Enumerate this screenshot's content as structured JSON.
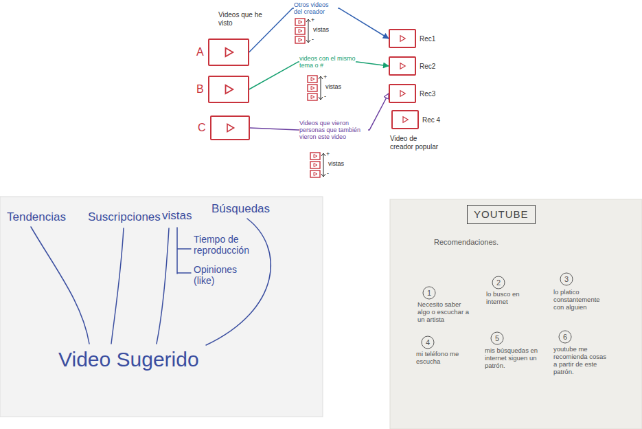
{
  "diagram": {
    "nodes": [
      {
        "text": [
          "A"
        ]
      },
      {
        "text": [
          "B"
        ]
      },
      {
        "text": [
          "C"
        ]
      },
      {
        "text": [
          "Rec1"
        ]
      },
      {
        "text": [
          "Rec2"
        ]
      },
      {
        "text": [
          "Rec3"
        ]
      },
      {
        "text": [
          "Rec 4"
        ]
      },
      {
        "text": [
          "YOUTUBE"
        ]
      },
      {
        "text": [
          "1"
        ]
      },
      {
        "text": [
          "2"
        ]
      },
      {
        "text": [
          "3"
        ]
      },
      {
        "text": [
          "4"
        ]
      },
      {
        "text": [
          "5"
        ]
      },
      {
        "text": [
          "6"
        ]
      }
    ],
    "edges": [
      {
        "from": 0,
        "to": 3,
        "arrow": "to",
        "label": "Otros videos del creador"
      },
      {
        "from": 1,
        "to": 4,
        "arrow": "to",
        "label": "videos con el mismo tema o #"
      },
      {
        "from": 2,
        "to": 5,
        "arrow": "to",
        "label": "Videos que vieron personas que también vieron este video"
      }
    ],
    "labels": [
      "Videos que he visto",
      "+",
      "vistas",
      "-",
      "+",
      "vistas",
      "-",
      "+",
      "vistas",
      "-",
      "Video de creador popular",
      "Tendencias",
      "Suscripciones",
      "vistas",
      "Búsquedas",
      "Tiempo de reproducción",
      "Opiniones (like)",
      "Video Sugerido",
      "Recomendaciones.",
      "Necesito saber algo o escuchar a un artista",
      "lo busco en internet",
      "lo platico constantemente con alguien",
      "mi teléfono me escucha",
      "mis búsquedas en internet siguen un patrón.",
      "youtube me recomienda cosas a partir de este patrón."
    ]
  }
}
